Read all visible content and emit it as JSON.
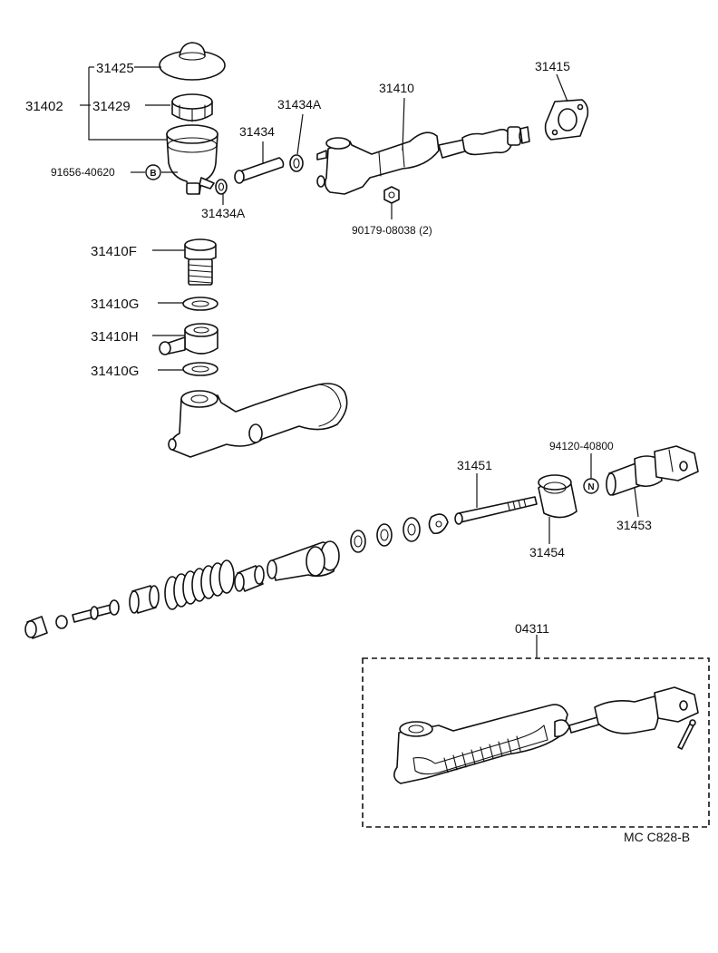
{
  "labels": {
    "p31425": "31425",
    "p31402": "31402",
    "p31429": "31429",
    "p91656": "91656-40620",
    "p31434": "31434",
    "p31434A_top": "31434A",
    "p31434A_bottom": "31434A",
    "p31410": "31410",
    "p31415": "31415",
    "p90179": "90179-08038 (2)",
    "p31410F": "31410F",
    "p31410G_top": "31410G",
    "p31410H": "31410H",
    "p31410G_bottom": "31410G",
    "p94120": "94120-40800",
    "p31451": "31451",
    "p31453": "31453",
    "p31454": "31454",
    "p04311": "04311",
    "code": "MC C828-B"
  },
  "badges": {
    "b_B": "B",
    "b_N": "N"
  }
}
